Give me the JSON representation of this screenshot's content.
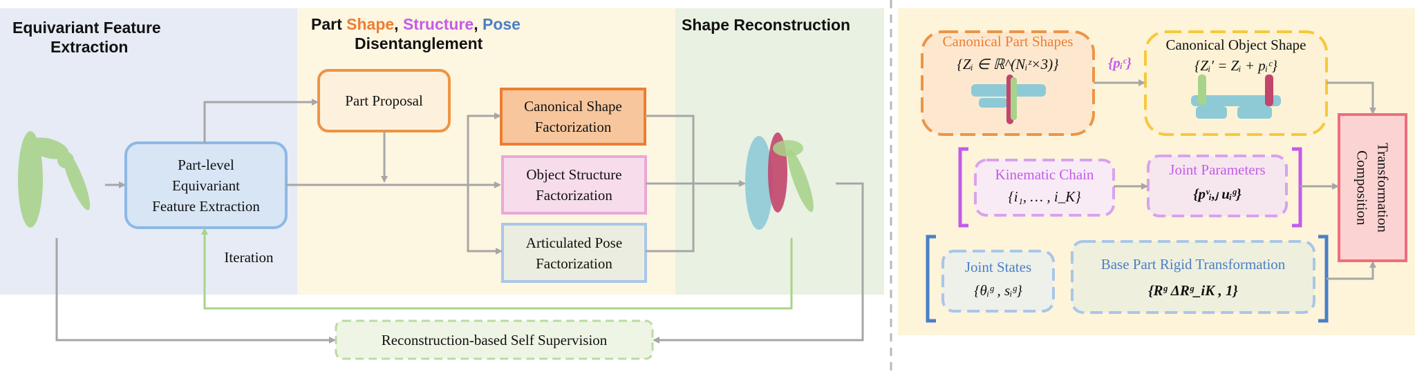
{
  "left": {
    "panel_titles": {
      "extraction_line1": "Equivariant Feature",
      "extraction_line2": "Extraction",
      "part_prefix": "Part ",
      "shape": "Shape",
      "comma1": ", ",
      "structure": "Structure",
      "comma2": ", ",
      "pose": "Pose",
      "disentangle": "Disentanglement",
      "reconstruction": "Shape Reconstruction"
    },
    "boxes": {
      "part_proposal": "Part Proposal",
      "feature_line1": "Part-level",
      "feature_line2": "Equivariant",
      "feature_line3": "Feature Extraction",
      "canon_line1": "Canonical Shape",
      "canon_line2": "Factorization",
      "struct_line1": "Object Structure",
      "struct_line2": "Factorization",
      "pose_line1": "Articulated Pose",
      "pose_line2": "Factorization",
      "self_supervision": "Reconstruction-based Self Supervision"
    },
    "iteration_label": "Iteration"
  },
  "right": {
    "canonical_part_shapes": "Canonical Part Shapes",
    "canonical_part_formula": "{Zᵢ ∈ ℝ^(Nᵢᶻ×3)}",
    "pic_label": "{pᵢᶜ}",
    "canonical_object_shape": "Canonical Object Shape",
    "canonical_object_formula": "{Zᵢ′ = Zᵢ + pᵢᶜ}",
    "kinematic_chain": "Kinematic Chain",
    "kinematic_formula": "{i₁, … , i_K}",
    "joint_parameters": "Joint Parameters",
    "joint_parameters_formula": "{pᵛᵢ,ⱼ uᵢᵍ}",
    "joint_states": "Joint States",
    "joint_states_formula": "{θᵢᵍ , sᵢᵍ}",
    "base_part": "Base Part Rigid Transformation",
    "base_part_formula": "{Rᵍ ΔRᵍ_iK , 1}",
    "transformation_line1": "Transformation",
    "transformation_line2": "Composition"
  },
  "colors": {
    "extraction_bg": "#e6ebf5",
    "disentangle_bg": "#fdf6e1",
    "reconstruction_bg": "#e9f1e3",
    "right_bg": "#fdf4d9",
    "shape": "#ee7d31",
    "structure": "#c45bea",
    "pose": "#4a7fc6",
    "green": "#a8d38b",
    "blue_box": "#8eb8e5",
    "orange_box": "#ee9445",
    "pink_box": "#e9a9d6",
    "red_box": "#ef6d7c",
    "gray_arrow": "#a6a6a6",
    "cyan_points": "#8ecad6",
    "red_points": "#c2456b"
  }
}
